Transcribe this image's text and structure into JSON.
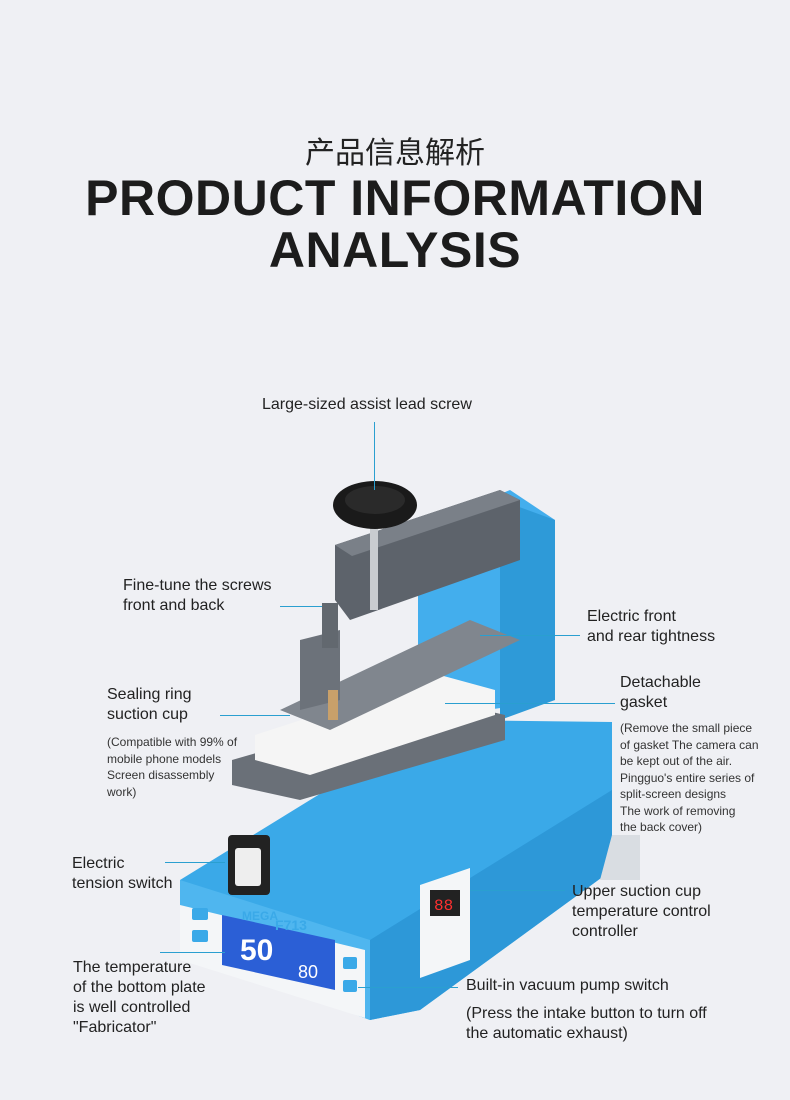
{
  "header": {
    "title_cn": "产品信息解析",
    "title_en_line1": "PRODUCT INFORMATION",
    "title_en_line2": "ANALYSIS"
  },
  "callouts": {
    "lead_screw": "Large-sized assist lead screw",
    "fine_tune": "Fine-tune the screws\nfront and back",
    "electric_tightness": "Electric front\nand rear tightness",
    "sealing_ring": "Sealing ring\nsuction cup",
    "sealing_ring_note": "(Compatible with 99% of\nmobile phone models\nScreen disassembly\nwork)",
    "gasket": "Detachable\ngasket",
    "gasket_note": "(Remove the small piece\nof gasket The camera can\nbe kept out of the air.\nPingguo's entire series of\nsplit-screen designs\nThe work of removing\nthe back cover)",
    "tension_switch": "Electric\ntension switch",
    "upper_controller": "Upper suction cup\ntemperature control\ncontroller",
    "bottom_plate": "The temperature\nof the bottom plate\nis well controlled\n\"Fabricator\"",
    "vacuum_switch": "Built-in vacuum pump switch",
    "vacuum_note": "(Press the intake button to turn off\nthe automatic exhaust)"
  },
  "device": {
    "brand": "MEGA",
    "model": "F713",
    "temp_main": "50",
    "temp_set": "80",
    "unit": "℃",
    "upper_display": "88"
  },
  "colors": {
    "accent": "#2a9fd0",
    "body_blue": "#3aa9e8",
    "background": "#eff0f4"
  }
}
